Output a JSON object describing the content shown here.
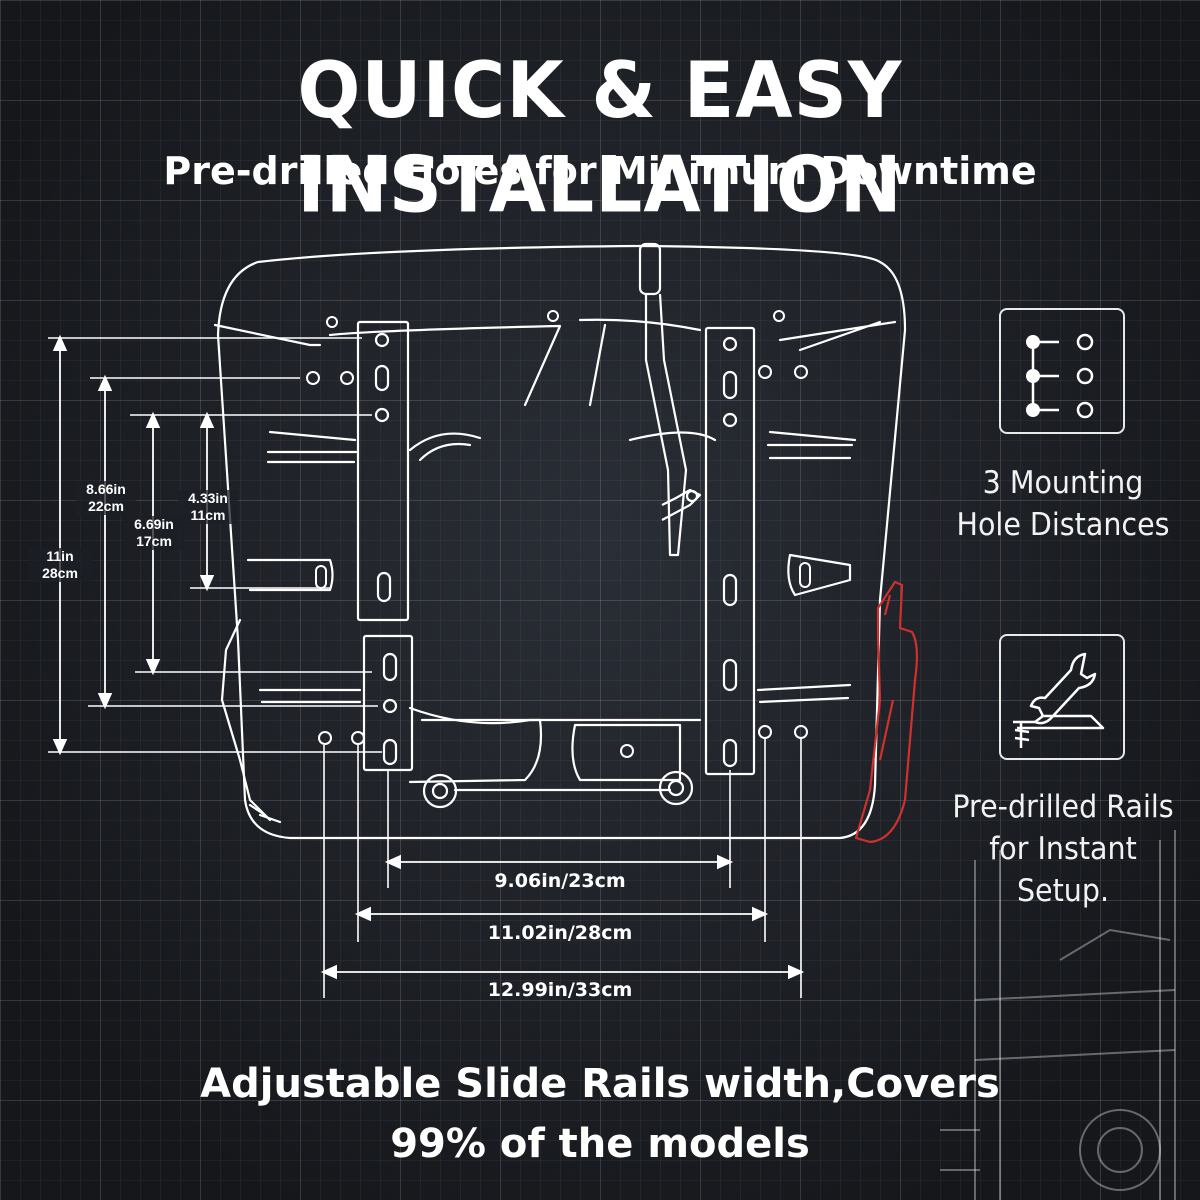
{
  "header": {
    "title": "QUICK & EASY INSTALLATION",
    "subtitle": "Pre-drilled Holes for Minimum Downtime"
  },
  "diagram": {
    "vertical_dimensions": [
      {
        "in": "11in",
        "cm": "28cm"
      },
      {
        "in": "8.66in",
        "cm": "22cm"
      },
      {
        "in": "6.69in",
        "cm": "17cm"
      },
      {
        "in": "4.33in",
        "cm": "11cm"
      }
    ],
    "horizontal_dimensions": [
      "9.06in/23cm",
      "11.02in/28cm",
      "12.99in/33cm"
    ]
  },
  "features": [
    {
      "icon": "mounting-holes-icon",
      "label": "3 Mounting\nHole Distances"
    },
    {
      "icon": "wrench-screw-icon",
      "label": "Pre-drilled Rails\nfor Instant\nSetup."
    }
  ],
  "footer": {
    "line1": "Adjustable Slide Rails width,Covers",
    "line2": "99% of the models"
  },
  "colors": {
    "background": "#1c1f25",
    "lines": "#ffffff",
    "accent": "#d0312d"
  }
}
